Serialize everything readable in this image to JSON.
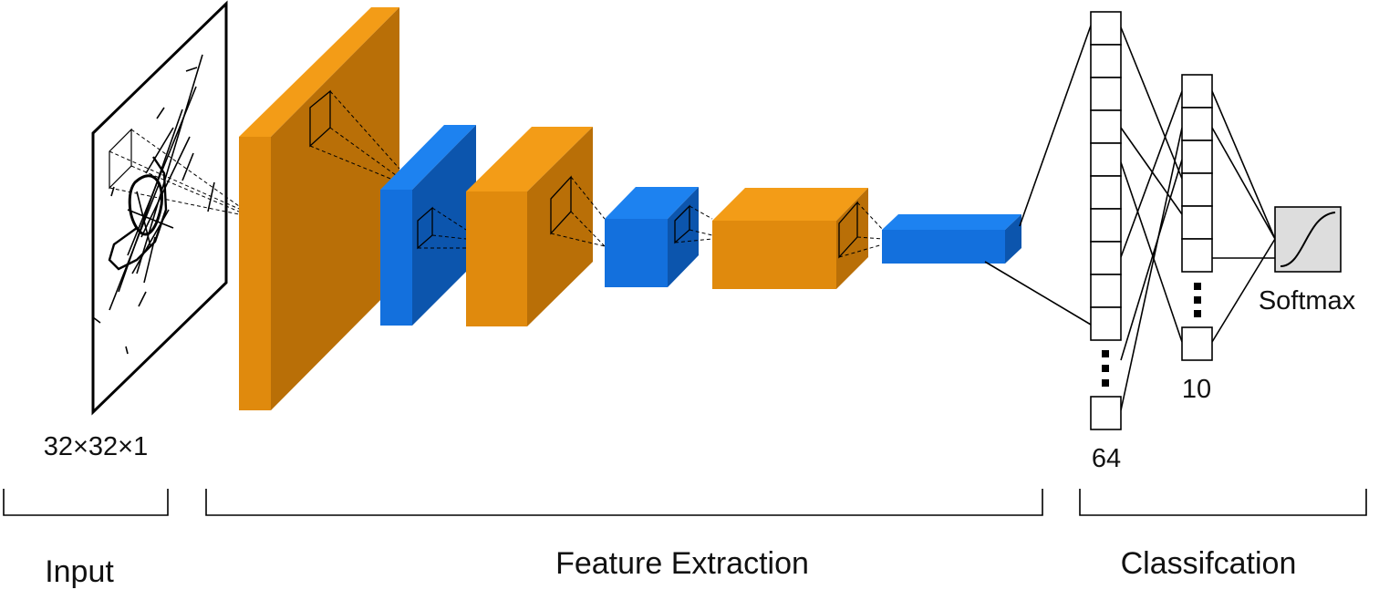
{
  "input": {
    "size_label": "32×32×1",
    "section_label": "Input"
  },
  "feature_extraction": {
    "section_label": "Feature Extraction",
    "layers": [
      {
        "kind": "conv",
        "color": "orange"
      },
      {
        "kind": "pool",
        "color": "blue"
      },
      {
        "kind": "conv",
        "color": "orange"
      },
      {
        "kind": "pool",
        "color": "blue"
      },
      {
        "kind": "conv",
        "color": "orange"
      },
      {
        "kind": "flatten",
        "color": "blue"
      }
    ]
  },
  "classification": {
    "section_label": "Classifcation",
    "dense1": {
      "units_label": "64"
    },
    "dense2": {
      "units_label": "10"
    },
    "activation": {
      "label": "Softmax"
    }
  },
  "colors": {
    "orange_front": "#e08a0d",
    "orange_top": "#f39c17",
    "orange_side": "#b96f07",
    "blue_front": "#1370dd",
    "blue_top": "#1d82f0",
    "blue_side": "#0c55ad",
    "softmax_bg": "#dddddd"
  }
}
